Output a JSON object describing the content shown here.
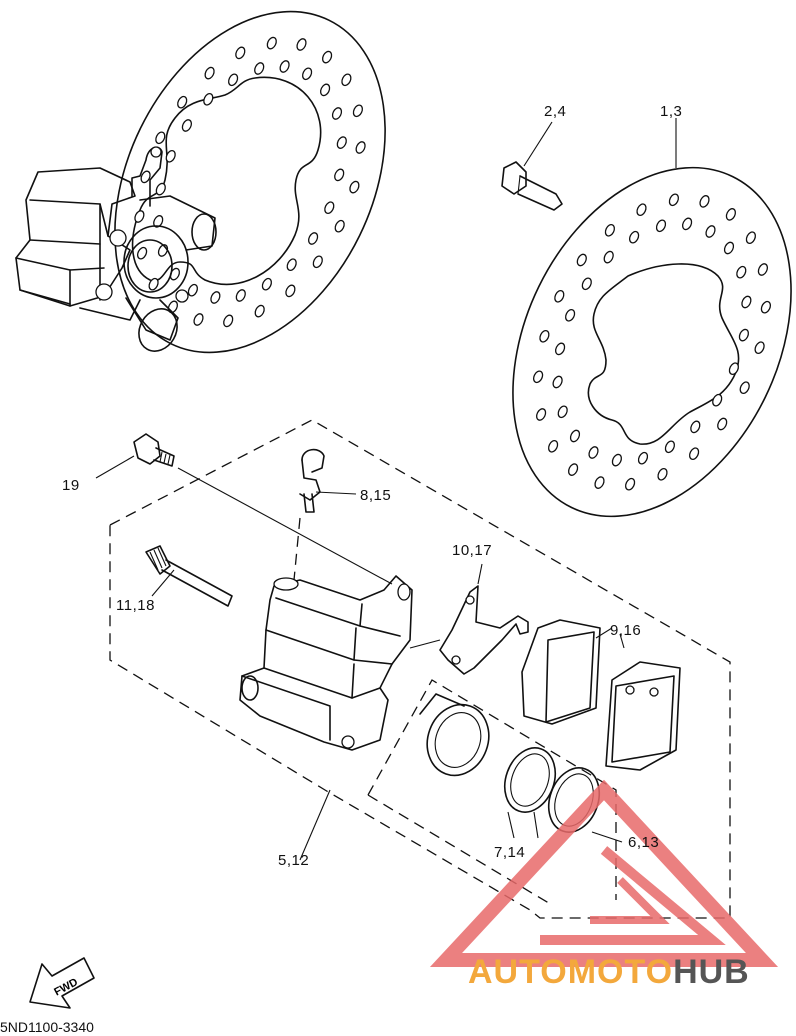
{
  "diagram": {
    "part_labels": {
      "disc_bolt": "2,4",
      "brake_disc": "1,3",
      "bolt_19": "19",
      "bleed_screw": "8,15",
      "pad_spring": "10,17",
      "pin": "11,18",
      "pads": "9,16",
      "caliper_assy": "5,12",
      "piston_seal": "7,14",
      "dust_seal": "6,13"
    },
    "fwd_arrow": "FWD",
    "diagram_code": "5ND1100-3340"
  },
  "watermark": {
    "part1": "AUTOMOTO",
    "part2": "HUB",
    "accent_color": "#f3a83c",
    "gray_color": "#555555",
    "triangle_color": "#e86a6a"
  }
}
